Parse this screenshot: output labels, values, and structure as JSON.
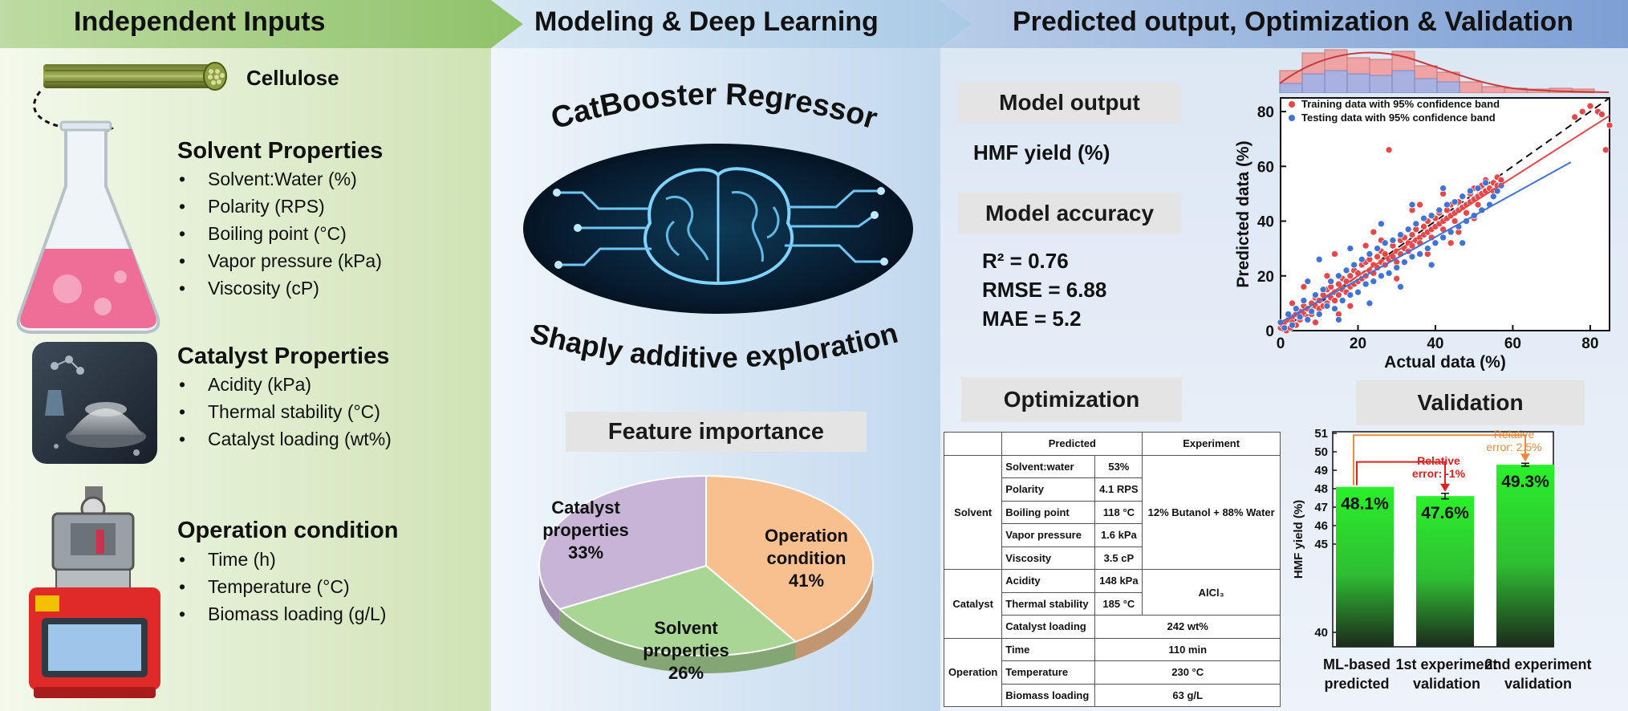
{
  "header": {
    "left": "Independent Inputs",
    "middle": "Modeling & Deep Learning",
    "right": "Predicted output, Optimization & Validation"
  },
  "inputs": {
    "cellulose": "Cellulose",
    "solvent_title": "Solvent Properties",
    "solvent_items": [
      "Solvent:Water (%)",
      "Polarity (RPS)",
      "Boiling point (°C)",
      "Vapor pressure (kPa)",
      "Viscosity (cP)"
    ],
    "catalyst_title": "Catalyst Properties",
    "catalyst_items": [
      "Acidity (kPa)",
      "Thermal stability (°C)",
      "Catalyst loading (wt%)"
    ],
    "operation_title": "Operation condition",
    "operation_items": [
      "Time (h)",
      "Temperature (°C)",
      "Biomass loading (g/L)"
    ]
  },
  "modeling": {
    "model_title": "CatBooster Regressor",
    "shap_title": "Shaply additive exploration",
    "feature_title": "Feature importance",
    "pie": [
      {
        "name_lines": [
          "Operation",
          "condition"
        ],
        "value": 41,
        "label": "41%",
        "color": "#f9c08f"
      },
      {
        "name_lines": [
          "Solvent",
          "properties"
        ],
        "value": 26,
        "label": "26%",
        "color": "#a9d595"
      },
      {
        "name_lines": [
          "Catalyst",
          "properties"
        ],
        "value": 33,
        "label": "33%",
        "color": "#c7b4d6"
      }
    ]
  },
  "output": {
    "model_output_title": "Model output",
    "model_output_value": "HMF yield (%)",
    "accuracy_title": "Model accuracy",
    "r2": "R² = 0.76",
    "rmse": "RMSE = 6.88",
    "mae": "MAE = 5.2",
    "optimization_title": "Optimization",
    "validation_title": "Validation"
  },
  "optimization_table": {
    "header_predicted": "Predicted",
    "header_experiment": "Experiment",
    "groups": [
      {
        "name": "Solvent",
        "rows": [
          {
            "param": "Solvent:water",
            "value": "53%"
          },
          {
            "param": "Polarity",
            "value": "4.1 RPS"
          },
          {
            "param": "Boiling point",
            "value": "118 °C"
          },
          {
            "param": "Vapor pressure",
            "value": "1.6 kPa"
          },
          {
            "param": "Viscosity",
            "value": "3.5 cP"
          }
        ],
        "experiment": "12% Butanol + 88% Water"
      },
      {
        "name": "Catalyst",
        "rows": [
          {
            "param": "Acidity",
            "value": "148 kPa"
          },
          {
            "param": "Thermal stability",
            "value": "185 °C"
          }
        ],
        "experiment": "AlCl₃",
        "extra_param": "Catalyst loading",
        "extra_value": "242 wt%"
      },
      {
        "name": "Operation",
        "rows": [
          {
            "param": "Time",
            "value": "110 min"
          },
          {
            "param": "Temperature",
            "value": "230 °C"
          },
          {
            "param": "Biomass loading",
            "value": "63 g/L"
          }
        ]
      }
    ]
  },
  "chart_data": [
    {
      "type": "scatter",
      "xlabel": "Actual data (%)",
      "ylabel": "Predicted data (%)",
      "xlim": [
        0,
        85
      ],
      "ylim": [
        0,
        85
      ],
      "xticks": [
        0,
        20,
        40,
        60,
        80
      ],
      "yticks": [
        0,
        20,
        40,
        60,
        80
      ],
      "legend_position": "top-left",
      "series": [
        {
          "name": "Training data with 95% confidence band",
          "color": "#e8474a",
          "fit": {
            "slope": 0.9,
            "intercept": 2.0
          },
          "points": [
            [
              0,
              1
            ],
            [
              0.5,
              2
            ],
            [
              1,
              3
            ],
            [
              1.5,
              0
            ],
            [
              2,
              4
            ],
            [
              2.5,
              1
            ],
            [
              3,
              5
            ],
            [
              3,
              3
            ],
            [
              4,
              6
            ],
            [
              4,
              2
            ],
            [
              5,
              7
            ],
            [
              5,
              4
            ],
            [
              6,
              6
            ],
            [
              6,
              9
            ],
            [
              7,
              5
            ],
            [
              7,
              8
            ],
            [
              8,
              10
            ],
            [
              8,
              6
            ],
            [
              9,
              9
            ],
            [
              9,
              12
            ],
            [
              10,
              8
            ],
            [
              10,
              11
            ],
            [
              11,
              13
            ],
            [
              11,
              9
            ],
            [
              12,
              10
            ],
            [
              12,
              15
            ],
            [
              13,
              12
            ],
            [
              13,
              16
            ],
            [
              14,
              11
            ],
            [
              14,
              14
            ],
            [
              15,
              17
            ],
            [
              15,
              13
            ],
            [
              16,
              15
            ],
            [
              16,
              19
            ],
            [
              17,
              14
            ],
            [
              17,
              18
            ],
            [
              18,
              20
            ],
            [
              18,
              16
            ],
            [
              19,
              17
            ],
            [
              19,
              22
            ],
            [
              20,
              18
            ],
            [
              20,
              21
            ],
            [
              21,
              24
            ],
            [
              21,
              19
            ],
            [
              22,
              20
            ],
            [
              22,
              25
            ],
            [
              23,
              22
            ],
            [
              23,
              26
            ],
            [
              24,
              21
            ],
            [
              24,
              24
            ],
            [
              25,
              27
            ],
            [
              25,
              23
            ],
            [
              26,
              25
            ],
            [
              26,
              29
            ],
            [
              27,
              24
            ],
            [
              27,
              28
            ],
            [
              28,
              66
            ],
            [
              28,
              26
            ],
            [
              29,
              27
            ],
            [
              29,
              31
            ],
            [
              30,
              29
            ],
            [
              30,
              25
            ],
            [
              31,
              33
            ],
            [
              31,
              28
            ],
            [
              32,
              30
            ],
            [
              32,
              34
            ],
            [
              33,
              32
            ],
            [
              33,
              29
            ],
            [
              34,
              35
            ],
            [
              34,
              31
            ],
            [
              35,
              33
            ],
            [
              35,
              37
            ],
            [
              36,
              34
            ],
            [
              36,
              32
            ],
            [
              37,
              38
            ],
            [
              37,
              35
            ],
            [
              38,
              36
            ],
            [
              38,
              40
            ],
            [
              39,
              37
            ],
            [
              39,
              34
            ],
            [
              40,
              41
            ],
            [
              40,
              38
            ],
            [
              41,
              39
            ],
            [
              41,
              43
            ],
            [
              42,
              40
            ],
            [
              42,
              37
            ],
            [
              43,
              44
            ],
            [
              43,
              41
            ],
            [
              44,
              42
            ],
            [
              44,
              46
            ],
            [
              45,
              43
            ],
            [
              45,
              40
            ],
            [
              46,
              47
            ],
            [
              46,
              44
            ],
            [
              47,
              45
            ],
            [
              47,
              49
            ],
            [
              48,
              46
            ],
            [
              48,
              43
            ],
            [
              49,
              50
            ],
            [
              49,
              47
            ],
            [
              50,
              48
            ],
            [
              50,
              52
            ],
            [
              51,
              49
            ],
            [
              51,
              46
            ],
            [
              52,
              53
            ],
            [
              52,
              50
            ],
            [
              53,
              51
            ],
            [
              53,
              55
            ],
            [
              54,
              52
            ],
            [
              55,
              54
            ],
            [
              55,
              51
            ],
            [
              56,
              53
            ],
            [
              56,
              56
            ],
            [
              57,
              55
            ],
            [
              76,
              78
            ],
            [
              78,
              80
            ],
            [
              80,
              82
            ],
            [
              82,
              80
            ],
            [
              83,
              79
            ],
            [
              84,
              66
            ],
            [
              85,
              75
            ],
            [
              3,
              10
            ],
            [
              6,
              16
            ],
            [
              9,
              3
            ],
            [
              12,
              20
            ],
            [
              15,
              6
            ],
            [
              18,
              9
            ],
            [
              22,
              31
            ],
            [
              26,
              33
            ],
            [
              30,
              19
            ],
            [
              34,
              44
            ],
            [
              38,
              28
            ],
            [
              42,
              50
            ],
            [
              46,
              36
            ],
            [
              50,
              41
            ],
            [
              14,
              28
            ],
            [
              24,
              36
            ],
            [
              36,
              46
            ],
            [
              44,
              32
            ]
          ]
        },
        {
          "name": "Testing data with 95% confidence band",
          "color": "#3f73d8",
          "fit": {
            "slope": 0.78,
            "intercept": 3.0
          },
          "points": [
            [
              0,
              3
            ],
            [
              1,
              1
            ],
            [
              2,
              6
            ],
            [
              3,
              2
            ],
            [
              4,
              8
            ],
            [
              5,
              5
            ],
            [
              6,
              11
            ],
            [
              7,
              4
            ],
            [
              8,
              7
            ],
            [
              9,
              13
            ],
            [
              10,
              6
            ],
            [
              11,
              15
            ],
            [
              12,
              9
            ],
            [
              13,
              18
            ],
            [
              14,
              8
            ],
            [
              15,
              20
            ],
            [
              16,
              11
            ],
            [
              17,
              22
            ],
            [
              18,
              13
            ],
            [
              19,
              24
            ],
            [
              20,
              14
            ],
            [
              21,
              26
            ],
            [
              22,
              17
            ],
            [
              23,
              28
            ],
            [
              24,
              18
            ],
            [
              25,
              30
            ],
            [
              26,
              20
            ],
            [
              27,
              32
            ],
            [
              28,
              21
            ],
            [
              29,
              33
            ],
            [
              30,
              23
            ],
            [
              31,
              35
            ],
            [
              32,
              25
            ],
            [
              33,
              37
            ],
            [
              34,
              27
            ],
            [
              35,
              39
            ],
            [
              36,
              28
            ],
            [
              37,
              41
            ],
            [
              38,
              30
            ],
            [
              39,
              42
            ],
            [
              40,
              32
            ],
            [
              41,
              44
            ],
            [
              42,
              34
            ],
            [
              43,
              46
            ],
            [
              44,
              36
            ],
            [
              45,
              47
            ],
            [
              46,
              38
            ],
            [
              47,
              49
            ],
            [
              48,
              40
            ],
            [
              49,
              51
            ],
            [
              50,
              42
            ],
            [
              51,
              52
            ],
            [
              52,
              44
            ],
            [
              53,
              54
            ],
            [
              54,
              46
            ],
            [
              55,
              49
            ],
            [
              56,
              51
            ],
            [
              57,
              53
            ],
            [
              10,
              26
            ],
            [
              18,
              30
            ],
            [
              26,
              39
            ],
            [
              34,
              46
            ],
            [
              42,
              52
            ],
            [
              7,
              18
            ],
            [
              15,
              4
            ],
            [
              23,
              10
            ],
            [
              31,
              16
            ],
            [
              39,
              24
            ],
            [
              47,
              32
            ]
          ]
        }
      ]
    },
    {
      "type": "bar",
      "ylabel": "HMF yield (%)",
      "yticks": [
        40,
        45,
        46,
        47,
        48,
        49,
        50,
        51
      ],
      "categories": [
        "ML-based predicted",
        "1st experiment validation",
        "2nd experiment validation"
      ],
      "values": [
        48.1,
        47.6,
        49.3
      ],
      "labels": [
        "48.1%",
        "47.6%",
        "49.3%"
      ],
      "error": [
        0,
        0.15,
        0.08
      ],
      "annotations": [
        {
          "text_lines": [
            "Relative",
            "error: -1%"
          ],
          "color": "#e0201f"
        },
        {
          "text_lines": [
            "Relative",
            "error: 2.5%"
          ],
          "color": "#f08a38"
        }
      ]
    }
  ]
}
